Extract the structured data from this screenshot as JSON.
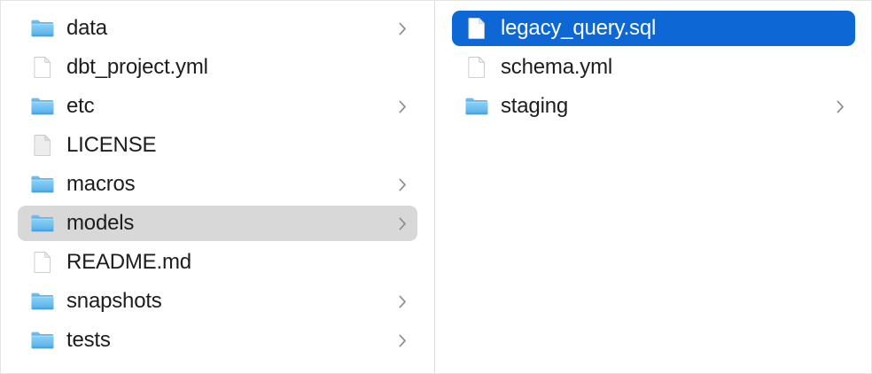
{
  "window": {
    "view_mode": "column",
    "background_color": "#ffffff",
    "divider_color": "#dcdcdc",
    "active_selection_color": "#0d68d6",
    "inactive_selection_color": "#d8d8d8",
    "label_color": "#1d1d1f",
    "selected_label_color": "#ffffff",
    "chevron_color": "#8e8e93"
  },
  "columns": [
    {
      "name": "parent-column",
      "items": [
        {
          "label": "data",
          "kind": "folder",
          "icon": "folder-icon",
          "has_chevron": true,
          "selected": "none"
        },
        {
          "label": "dbt_project.yml",
          "kind": "file",
          "icon": "document-icon",
          "has_chevron": false,
          "selected": "none"
        },
        {
          "label": "etc",
          "kind": "folder",
          "icon": "folder-icon",
          "has_chevron": true,
          "selected": "none"
        },
        {
          "label": "LICENSE",
          "kind": "file-plain",
          "icon": "document-plain-icon",
          "has_chevron": false,
          "selected": "none"
        },
        {
          "label": "macros",
          "kind": "folder",
          "icon": "folder-icon",
          "has_chevron": true,
          "selected": "none"
        },
        {
          "label": "models",
          "kind": "folder",
          "icon": "folder-icon",
          "has_chevron": true,
          "selected": "inactive"
        },
        {
          "label": "README.md",
          "kind": "file",
          "icon": "document-icon",
          "has_chevron": false,
          "selected": "none"
        },
        {
          "label": "snapshots",
          "kind": "folder",
          "icon": "folder-icon",
          "has_chevron": true,
          "selected": "none"
        },
        {
          "label": "tests",
          "kind": "folder",
          "icon": "folder-icon",
          "has_chevron": true,
          "selected": "none"
        }
      ]
    },
    {
      "name": "child-column",
      "items": [
        {
          "label": "legacy_query.sql",
          "kind": "file",
          "icon": "document-icon",
          "has_chevron": false,
          "selected": "active"
        },
        {
          "label": "schema.yml",
          "kind": "file",
          "icon": "document-icon",
          "has_chevron": false,
          "selected": "none"
        },
        {
          "label": "staging",
          "kind": "folder",
          "icon": "folder-icon",
          "has_chevron": true,
          "selected": "none"
        }
      ]
    }
  ]
}
